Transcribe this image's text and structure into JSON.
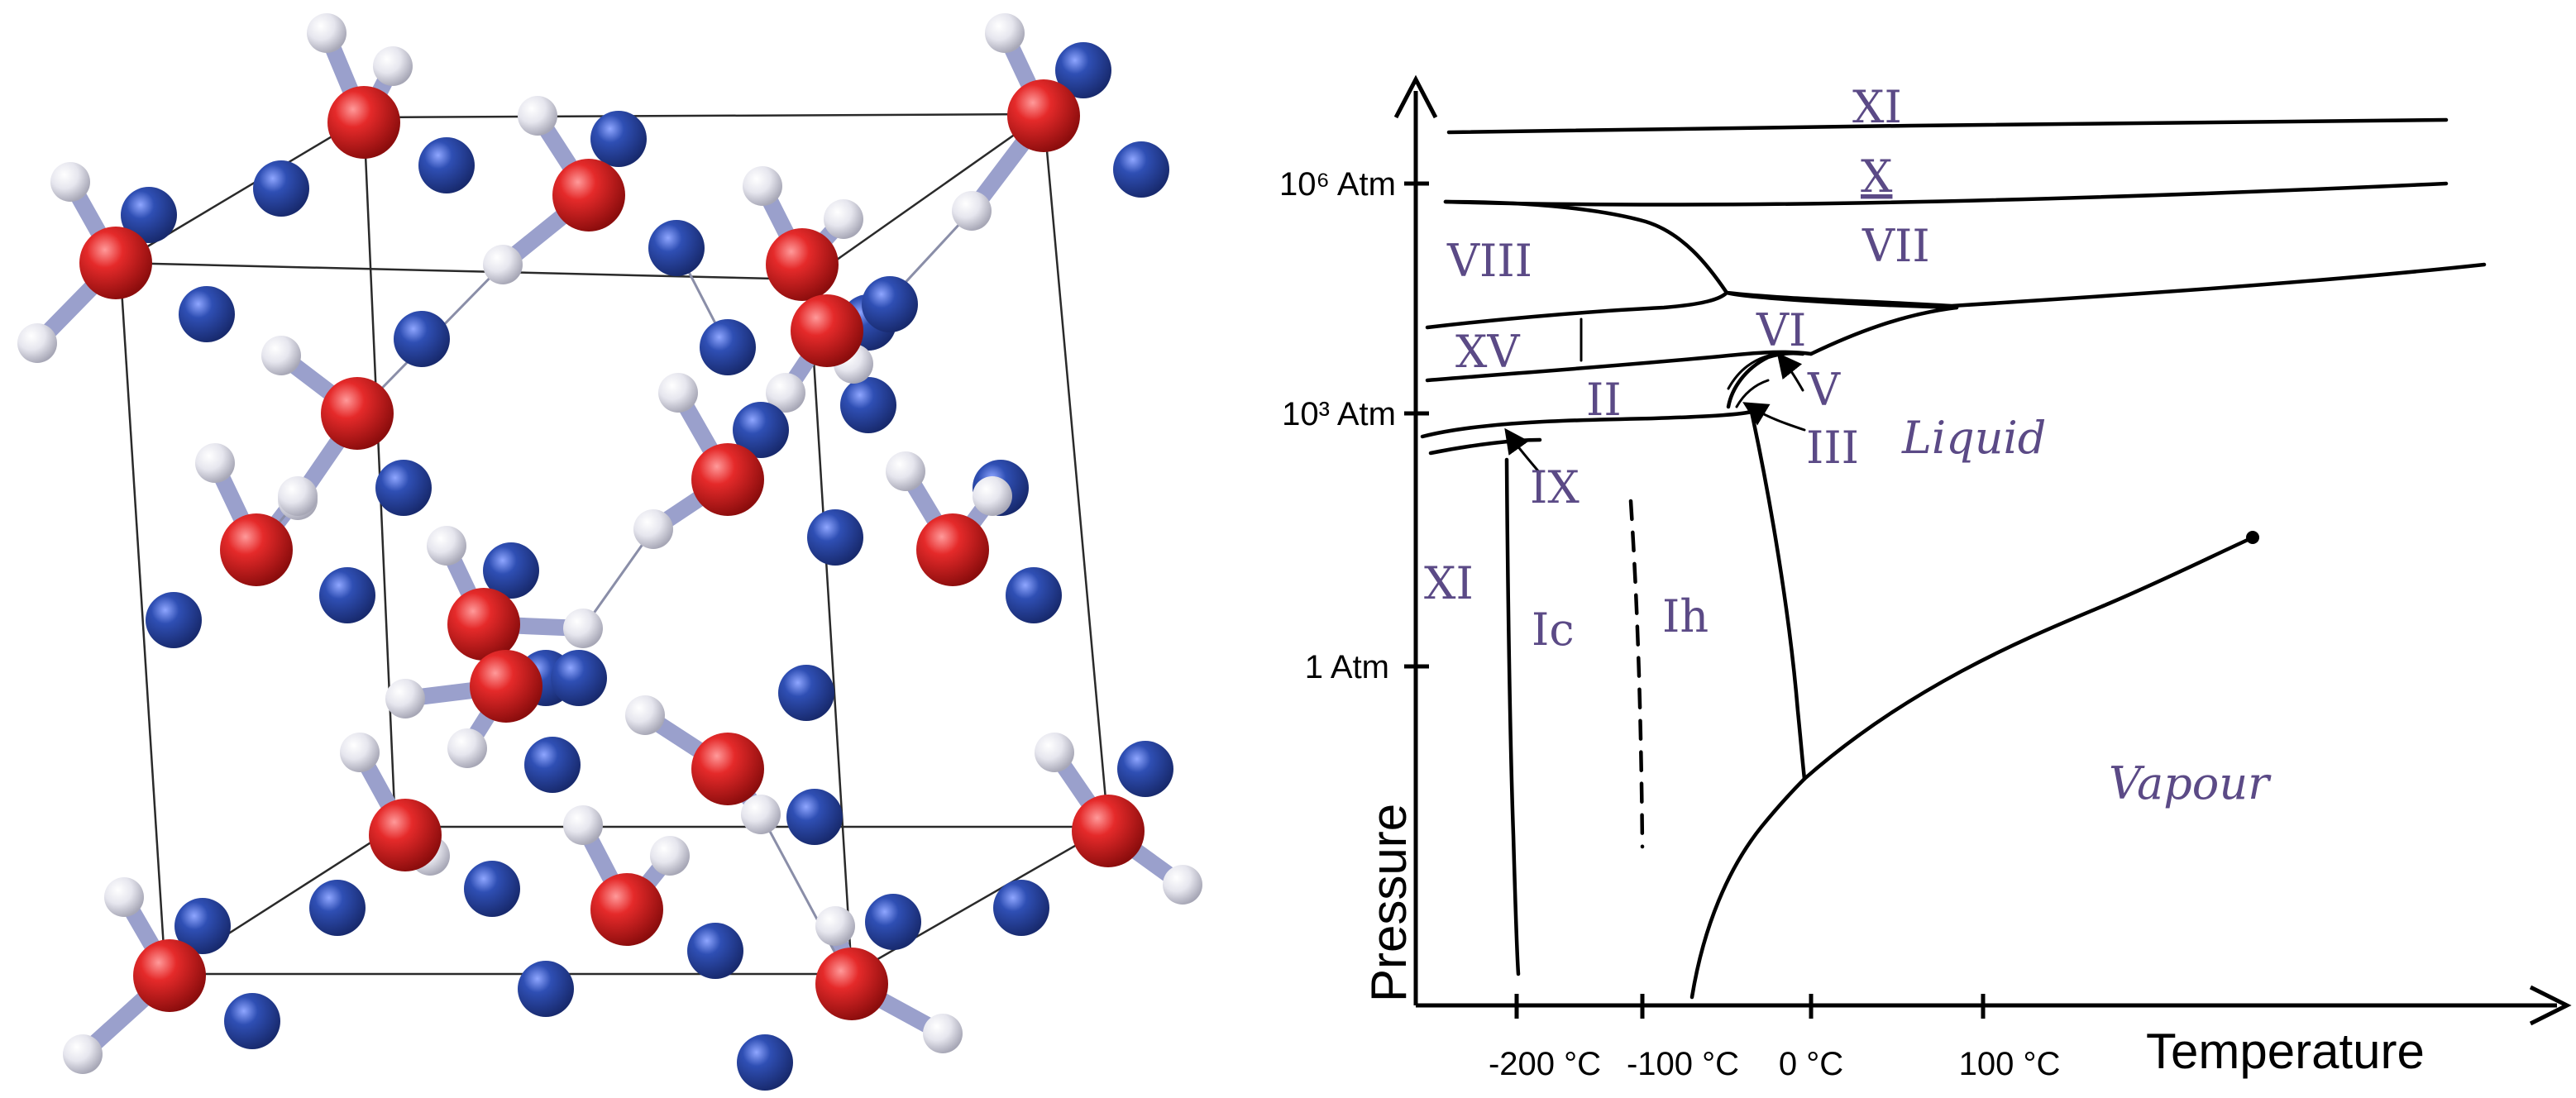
{
  "chart_data": {
    "type": "diagram",
    "xlabel": "Temperature",
    "ylabel": "Pressure",
    "x_ticks": [
      "-200 °C",
      "-100 °C",
      "0 °C",
      "100 °C"
    ],
    "y_ticks": [
      "1 Atm",
      "10³ Atm",
      "10⁶ Atm"
    ],
    "phase_labels": [
      "XI",
      "X",
      "VII",
      "VIII",
      "VI",
      "XV",
      "II",
      "V",
      "III",
      "IX",
      "XI",
      "Ic",
      "Ih",
      "Liquid",
      "Vapour"
    ]
  },
  "colors": {
    "oxygen": "#d81e1e",
    "hydrogen": "#e9e9f0",
    "lone_pair": "#2f4fb4",
    "bond": "#9aa0cc",
    "phase_label": "#5b4a86",
    "liquid_label": "#3f5ca8",
    "vapour_label": "#a9a9a9"
  }
}
